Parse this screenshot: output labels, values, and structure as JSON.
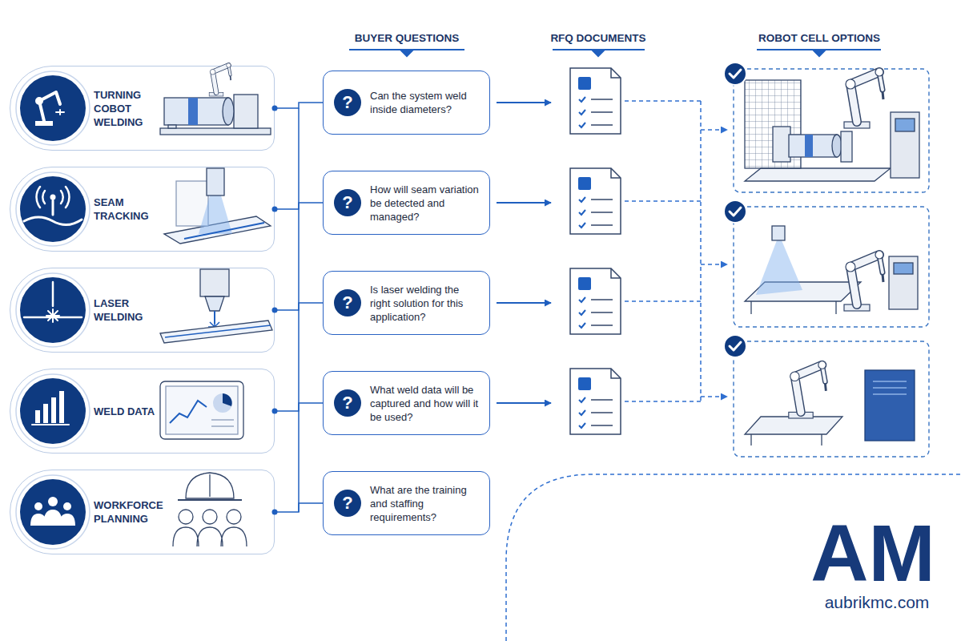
{
  "diagram": {
    "nodes": [
      {
        "text": [
          "TURNING COBOT WELDING"
        ]
      },
      {
        "text": [
          "SEAM TRACKING"
        ]
      },
      {
        "text": [
          "LASER WELDING"
        ]
      },
      {
        "text": [
          "WELD DATA"
        ]
      },
      {
        "text": [
          "WORKFORCE PLANNING"
        ]
      },
      {
        "text": [
          "?",
          "Can the system weld inside diameters?"
        ]
      },
      {
        "text": [
          "?",
          "How will seam variation be detected and managed?"
        ]
      },
      {
        "text": [
          "?",
          "Is laser welding the right solution for this application?"
        ]
      },
      {
        "text": [
          "?",
          "What weld data will be captured and how will it be used?"
        ]
      },
      {
        "text": [
          "?",
          "What are the training and staffing requirements?"
        ]
      }
    ],
    "edges": [
      {
        "from": 0,
        "to": 5,
        "arrow": "none"
      },
      {
        "from": 1,
        "to": 6,
        "arrow": "none"
      },
      {
        "from": 2,
        "to": 7,
        "arrow": "none"
      },
      {
        "from": 3,
        "to": 8,
        "arrow": "none"
      },
      {
        "from": 4,
        "to": 9,
        "arrow": "none"
      }
    ],
    "labels": [
      "BUYER QUESTIONS",
      "RFQ DOCUMENTS",
      "ROBOT CELL OPTIONS",
      "AM",
      "aubrikmc.com"
    ]
  }
}
